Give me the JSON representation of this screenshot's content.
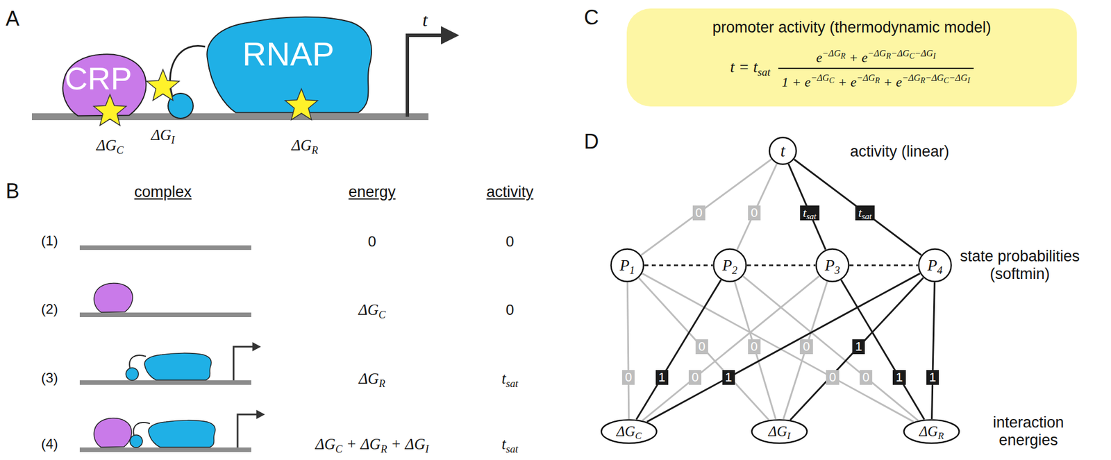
{
  "diagram": {
    "nodes": [
      {
        "text": [
          "CRP"
        ]
      },
      {
        "text": [
          "RNAP"
        ]
      },
      {
        "text": [
          "promoter activity (thermodynamic model)",
          "t = tsat",
          "e−ΔGR + e−ΔGR−ΔGC−ΔGI",
          "1 + e−ΔGC + e−ΔGR + e−ΔGR−ΔGC−ΔGI"
        ]
      },
      {
        "text": [
          "t"
        ]
      },
      {
        "text": [
          "P1"
        ]
      },
      {
        "text": [
          "P2"
        ]
      },
      {
        "text": [
          "P3"
        ]
      },
      {
        "text": [
          "P4"
        ]
      },
      {
        "text": [
          "ΔGC"
        ]
      },
      {
        "text": [
          "ΔGI"
        ]
      },
      {
        "text": [
          "ΔGR"
        ]
      }
    ],
    "edges": [
      {
        "from": 3,
        "to": 4,
        "arrow": "none",
        "label": "0"
      },
      {
        "from": 3,
        "to": 5,
        "arrow": "none",
        "label": "0"
      },
      {
        "from": 3,
        "to": 6,
        "arrow": "none",
        "label": "tsat"
      },
      {
        "from": 3,
        "to": 7,
        "arrow": "none",
        "label": "tsat"
      },
      {
        "from": 4,
        "to": 5,
        "arrow": "none"
      },
      {
        "from": 5,
        "to": 6,
        "arrow": "none"
      },
      {
        "from": 6,
        "to": 7,
        "arrow": "none"
      },
      {
        "from": 4,
        "to": 8,
        "arrow": "none",
        "label": "0"
      },
      {
        "from": 4,
        "to": 9,
        "arrow": "none",
        "label": "0"
      },
      {
        "from": 4,
        "to": 10,
        "arrow": "none",
        "label": "0"
      },
      {
        "from": 5,
        "to": 8,
        "arrow": "none",
        "label": "1"
      },
      {
        "from": 5,
        "to": 9,
        "arrow": "none",
        "label": "0"
      },
      {
        "from": 5,
        "to": 10,
        "arrow": "none",
        "label": "0"
      },
      {
        "from": 6,
        "to": 8,
        "arrow": "none",
        "label": "0"
      },
      {
        "from": 6,
        "to": 9,
        "arrow": "none",
        "label": "0"
      },
      {
        "from": 6,
        "to": 10,
        "arrow": "none",
        "label": "1"
      },
      {
        "from": 7,
        "to": 8,
        "arrow": "none",
        "label": "1"
      },
      {
        "from": 7,
        "to": 9,
        "arrow": "none",
        "label": "1"
      },
      {
        "from": 7,
        "to": 10,
        "arrow": "none",
        "label": "1"
      }
    ],
    "labels": [
      "A",
      "t",
      "ΔGC",
      "ΔGI",
      "ΔGR",
      "B",
      "complex",
      "energy",
      "activity",
      "(1)",
      "0",
      "0",
      "(2)",
      "ΔGC",
      "0",
      "(3)",
      "ΔGR",
      "tsat",
      "(4)",
      "ΔGC + ΔGR + ΔGI",
      "tsat",
      "C",
      "D",
      "activity (linear)",
      "state probabilities (softmin)",
      "interaction energies"
    ]
  }
}
